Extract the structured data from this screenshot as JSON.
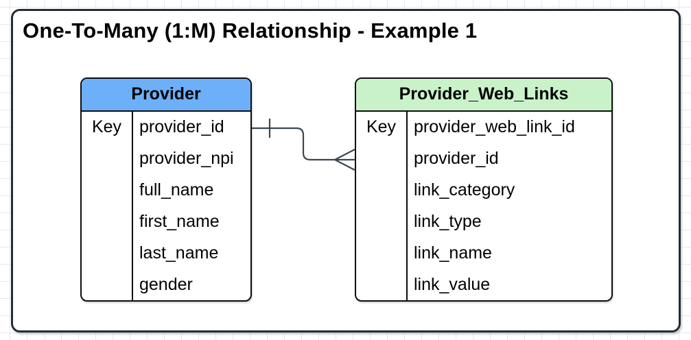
{
  "title": "One-To-Many (1:M) Relationship - Example 1",
  "colors": {
    "provider_header_fill": "#6db0f9",
    "web_links_header_fill": "#c9f2c9",
    "table_border": "#0d0d0d",
    "frame_border": "#232b36",
    "connector": "#3a4650",
    "grid_line": "#e8e8e8",
    "canvas_fill": "#ffffff",
    "text": "#000000"
  },
  "tables": {
    "provider": {
      "name": "Provider",
      "key_label": "Key",
      "fields": [
        "provider_id",
        "provider_npi",
        "full_name",
        "first_name",
        "last_name",
        "gender"
      ]
    },
    "web_links": {
      "name": "Provider_Web_Links",
      "key_label": "Key",
      "fields": [
        "provider_web_link_id",
        "provider_id",
        "link_category",
        "link_type",
        "link_name",
        "link_value"
      ]
    }
  },
  "relationship": {
    "cardinality": "one-to-many",
    "one_side_table": "Provider",
    "many_side_table": "Provider_Web_Links"
  }
}
